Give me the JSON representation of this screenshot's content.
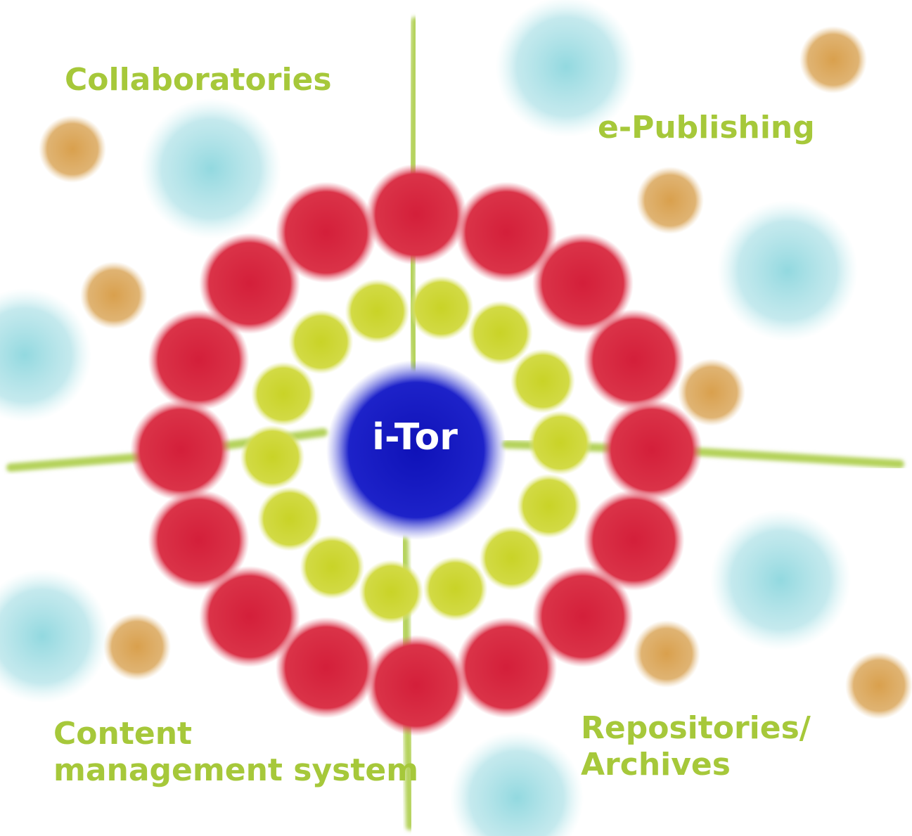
{
  "center": {
    "label": "i-Tor"
  },
  "quadrants": {
    "top_left": {
      "label": "Collaboratories"
    },
    "top_right": {
      "label": "e-Publishing"
    },
    "bottom_left": {
      "line1": "Content",
      "line2": "management system"
    },
    "bottom_right": {
      "line1": "Repositories/",
      "line2": "Archives"
    }
  },
  "colors": {
    "label_green": "#a6c83a",
    "axis_green": "#b4d25a",
    "center_blue": "#1a1fc8",
    "inner_ring_yellow": "#cdd630",
    "outer_ring_red": "#d7263d",
    "orange_dot": "#d39a4a",
    "cyan_cloud": "#8fd6dd"
  },
  "rings": {
    "inner": {
      "count": 14,
      "color_name": "yellow"
    },
    "outer": {
      "count": 16,
      "color_name": "red"
    }
  }
}
